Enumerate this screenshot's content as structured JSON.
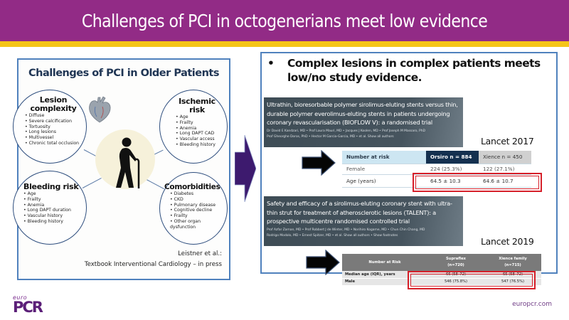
{
  "slide": {
    "title": "Challenges of PCI in octogenerians meet low evidence",
    "colors": {
      "header": "#922b86",
      "stripe": "#f5c518",
      "panel_border": "#4f81bd",
      "highlight": "#d6202a"
    }
  },
  "left_panel": {
    "title": "Challenges of PCI in Older Patients",
    "categories": [
      {
        "heading": "Lesion complexity",
        "items": [
          "Diffuse",
          "Severe calcification",
          "Tortuosity",
          "Long lesions",
          "Multivessel",
          "Chronic total occlusion"
        ]
      },
      {
        "heading": "Ischemic risk",
        "items": [
          "Age",
          "Frailty",
          "Anemia",
          "Long DAPT CAD",
          "Vascular access",
          "Bleeding history"
        ]
      },
      {
        "heading": "Bleeding risk",
        "items": [
          "Age",
          "Frailty",
          "Anemia",
          "Long DAPT duration",
          "Vascular history",
          "Bleeding history"
        ]
      },
      {
        "heading": "Comorbidities",
        "items": [
          "Diabetes",
          "CKD",
          "Pulmonary disease",
          "Cognitive decline",
          "Frailty",
          "Other organ dysfunction"
        ]
      }
    ],
    "icons": [
      "heart-icon",
      "red-blood-cell-icon",
      "elderly-person-with-cane-icon"
    ],
    "citation_line1": "Leistner et al.:",
    "citation_line2": "Textbook Interventional Cardiology – in press"
  },
  "right_panel": {
    "bullet": "•",
    "statement_line1": "Complex lesions in complex patients meets",
    "statement_line2": "low/no study evidence.",
    "study1": {
      "title": "Ultrathin, bioresorbable polymer sirolimus-eluting stents versus thin, durable polymer everolimus-eluting stents in patients undergoing coronary revascularisation (BIOFLOW V): a randomised trial",
      "authors_line1": "Dr David E Kandzari, MD  • Prof Laura Mauri, MD • Jacques J Koolen, MD • Prof Joseph M Massaro, PhD",
      "authors_line2": "Prof Gheorghe Doros, PhD • Hector M Garcia-Garcia, MD • et al.  Show all authors",
      "journal": "Lancet 2017",
      "table": {
        "headers": [
          "Number at risk",
          "Orsiro n = 884",
          "Xience n = 450"
        ],
        "rows": [
          [
            "Female",
            "224 (25.3%)",
            "122 (27.1%)"
          ],
          [
            "Age (years)",
            "64.5 ± 10.3",
            "64.6 ± 10.7"
          ]
        ]
      }
    },
    "study2": {
      "title": "Safety and efficacy of a sirolimus-eluting coronary stent with ultra-thin strut for treatment of atherosclerotic lesions (TALENT): a prospective multicentre randomised controlled trial",
      "authors_line1": "Prof Azfar Zaman, MD • Prof Robbert J de Winter, MD • Norihiro Kogame, MD • Chun Chin Chang, MD",
      "authors_line2": "Rodrigo Modolo, MD • Ernest Spitzer, MD • et al.  Show all authors • Show footnotes",
      "journal": "Lancet 2019",
      "table": {
        "headers": [
          "Number at Risk",
          "Supraflex",
          "(n=720)",
          "Xience family",
          "(n=715)"
        ],
        "rows": [
          [
            "Median age (IQR), years",
            "66 (58–72)",
            "65 (58–72)"
          ],
          [
            "Male",
            "546 (75.8%)",
            "547 (76.5%)"
          ]
        ]
      }
    }
  },
  "footer": {
    "logo_small": "euro",
    "logo_big": "PCR",
    "website": "europcr.com"
  }
}
